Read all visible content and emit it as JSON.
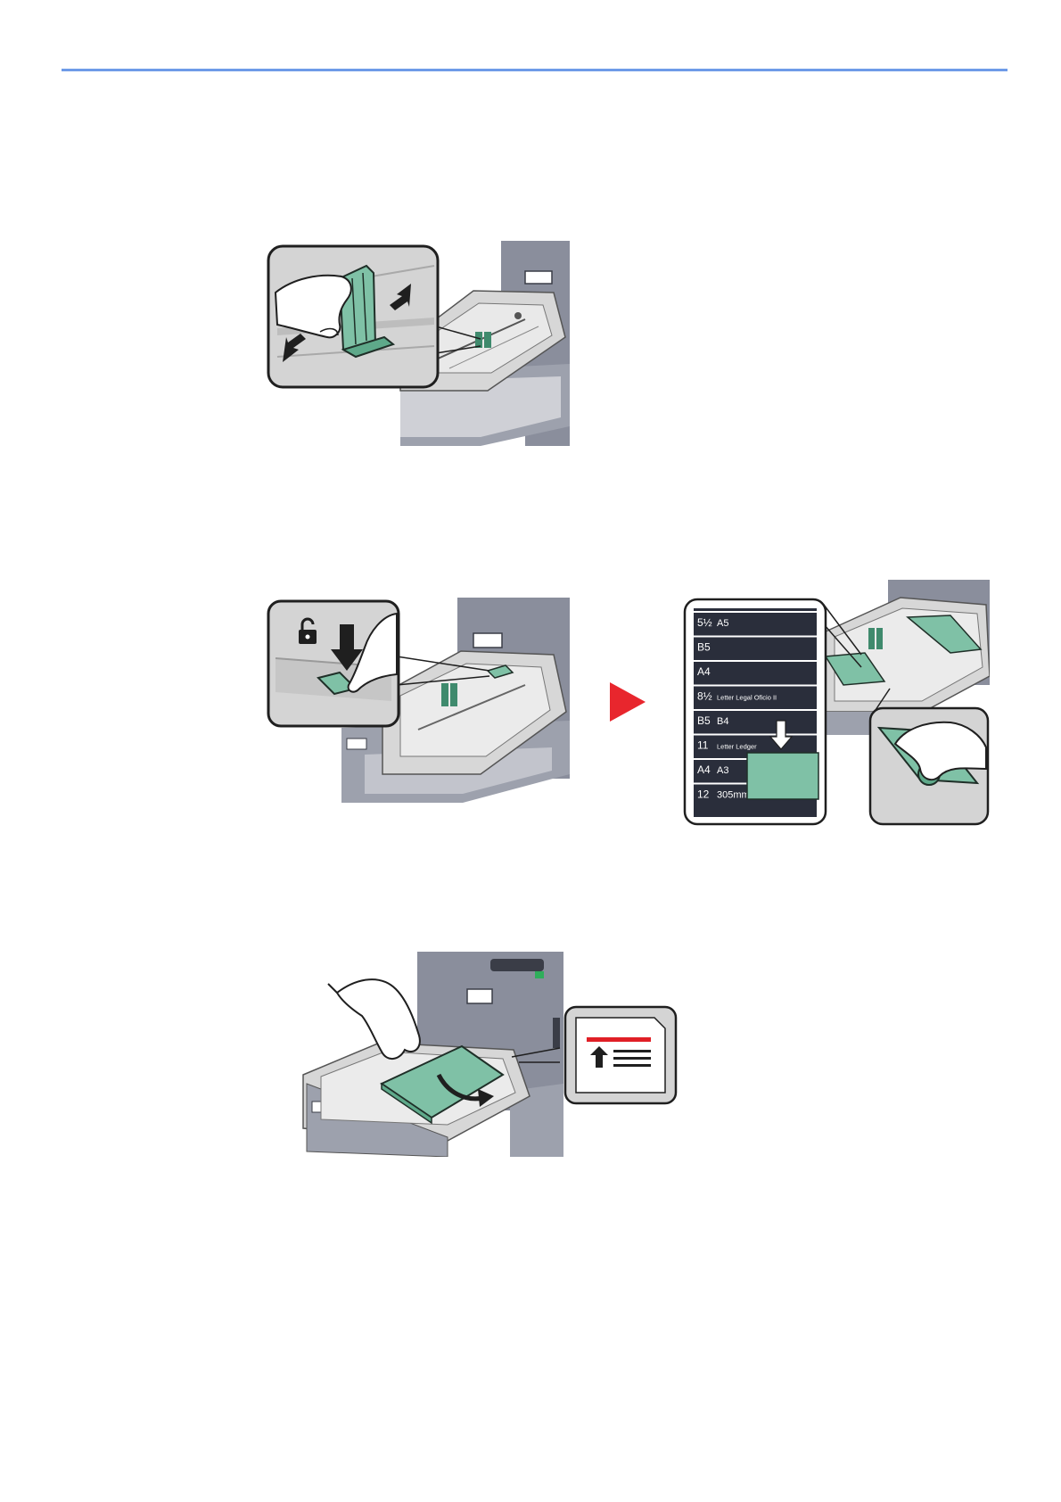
{
  "colors": {
    "header_rule": "#6e9be8",
    "accent_green": "#7fc1a6",
    "accent_green_dark": "#3f8a6d",
    "printer_gray": "#8a8e9c",
    "tray_gray": "#d7d7d7",
    "label_panel": "#2a2e3b",
    "next_arrow": "#e8262d",
    "load_line": "#e01f26"
  },
  "size_labels": [
    {
      "main": "5½",
      "tag": "A5"
    },
    {
      "main": "B5",
      "tag": ""
    },
    {
      "main": "A4",
      "tag": ""
    },
    {
      "main": "8½",
      "tag": "Letter Legal Oficio II"
    },
    {
      "main": "B5",
      "tag": "B4"
    },
    {
      "main": "11",
      "tag": "Letter Ledger"
    },
    {
      "main": "A4",
      "tag": "A3"
    },
    {
      "main": "12",
      "tag": "305mm"
    }
  ],
  "icons": {
    "step1": [
      "hand-icon",
      "squeeze-arrows-icon",
      "width-guide-icon"
    ],
    "step2": [
      "unlock-icon",
      "down-arrow-icon",
      "length-guide-icon",
      "next-step-arrow-icon"
    ],
    "step3": [
      "hand-icon",
      "paper-stack-icon",
      "load-limit-icon"
    ]
  }
}
